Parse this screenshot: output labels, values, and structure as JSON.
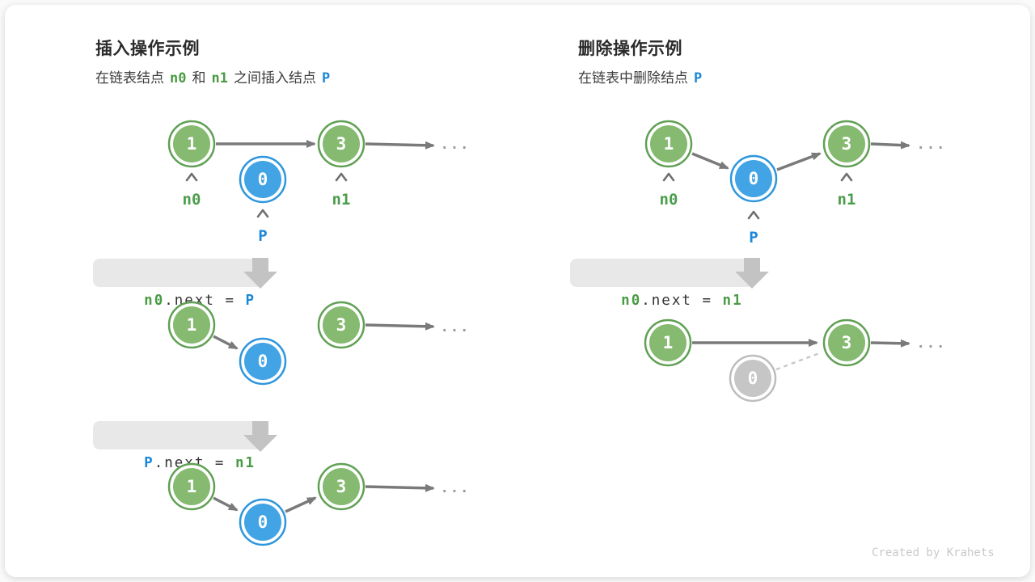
{
  "left": {
    "title": "插入操作示例",
    "subtitle": {
      "t1": "在链表结点",
      "n0": "n0",
      "t2": "和",
      "n1": "n1",
      "t3": "之间插入结点",
      "p": "P"
    },
    "code1": {
      "lhs": "n0",
      "mid": ".next = ",
      "rhs": "P"
    },
    "code2": {
      "lhs": "P",
      "mid": ".next = ",
      "rhs": "n1"
    }
  },
  "right": {
    "title": "删除操作示例",
    "subtitle": {
      "t1": "在链表中删除结点",
      "p": "P"
    },
    "code1": {
      "lhs": "n0",
      "mid": ".next = ",
      "rhs": "n1"
    }
  },
  "nodes": {
    "one": "1",
    "zero": "0",
    "three": "3"
  },
  "labels": {
    "n0": "n0",
    "n1": "n1",
    "p": "P"
  },
  "ellipsis": "...",
  "footer": "Created by Krahets",
  "palette": {
    "green_fill": "#85ba70",
    "green_stroke": "#60a054",
    "green_label": "#4a9d4a",
    "blue_fill": "#42a4e4",
    "blue_stroke": "#2d96dd",
    "blue_label": "#1e88d8",
    "gray_fill": "#c6c6c6",
    "gray_stroke": "#bdbdbd",
    "arrow_gray": "#7a7a7a",
    "block_arrow_gray": "#c3c3c3",
    "code_box_bg": "#e8e8e8"
  }
}
